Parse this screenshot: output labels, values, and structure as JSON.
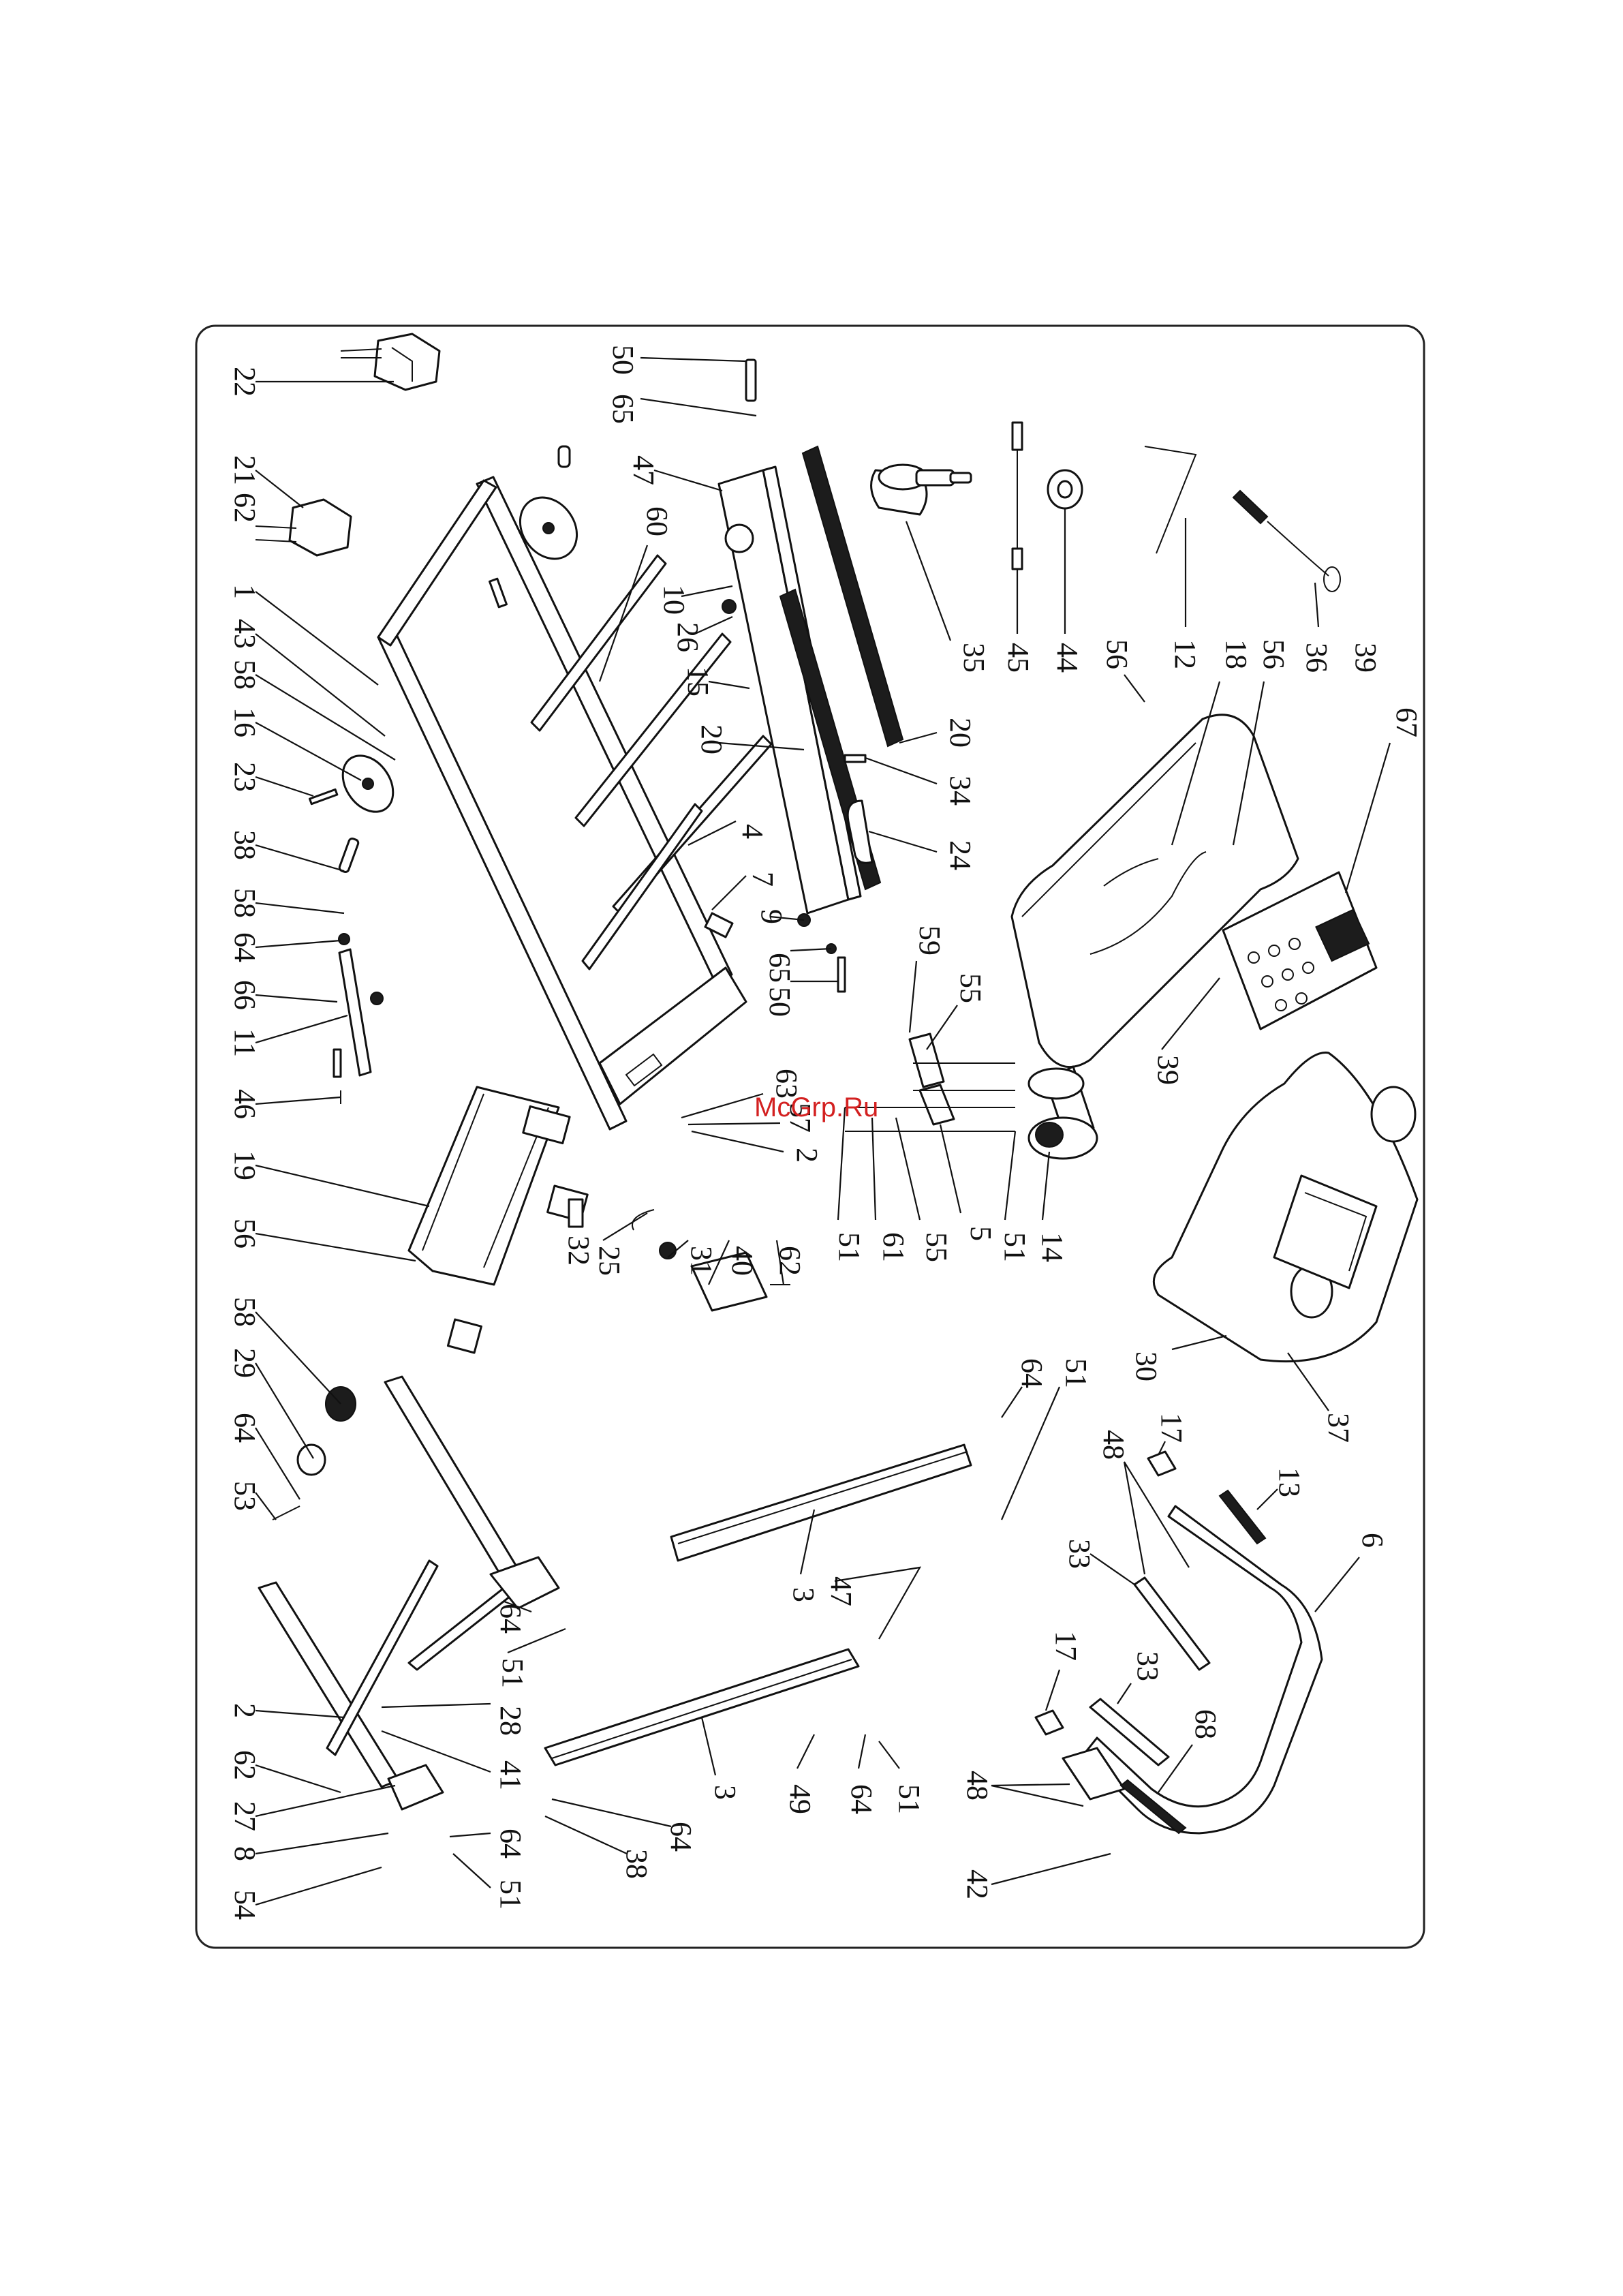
{
  "watermark": "McGrp.Ru",
  "part_labels": [
    "22",
    "50",
    "65",
    "47",
    "10",
    "26",
    "15",
    "20",
    "35",
    "45",
    "44",
    "12",
    "39",
    "36",
    "56",
    "18",
    "67",
    "21",
    "62",
    "1",
    "43",
    "58",
    "16",
    "23",
    "38",
    "64",
    "66",
    "11",
    "46",
    "19",
    "60",
    "4",
    "7",
    "9",
    "20",
    "34",
    "24",
    "59",
    "55",
    "63",
    "57",
    "2",
    "5",
    "51",
    "14",
    "61",
    "25",
    "31",
    "40",
    "32",
    "29",
    "53",
    "28",
    "41",
    "8",
    "27",
    "54",
    "3",
    "49",
    "48",
    "17",
    "13",
    "33",
    "68",
    "6",
    "42",
    "30",
    "37"
  ]
}
